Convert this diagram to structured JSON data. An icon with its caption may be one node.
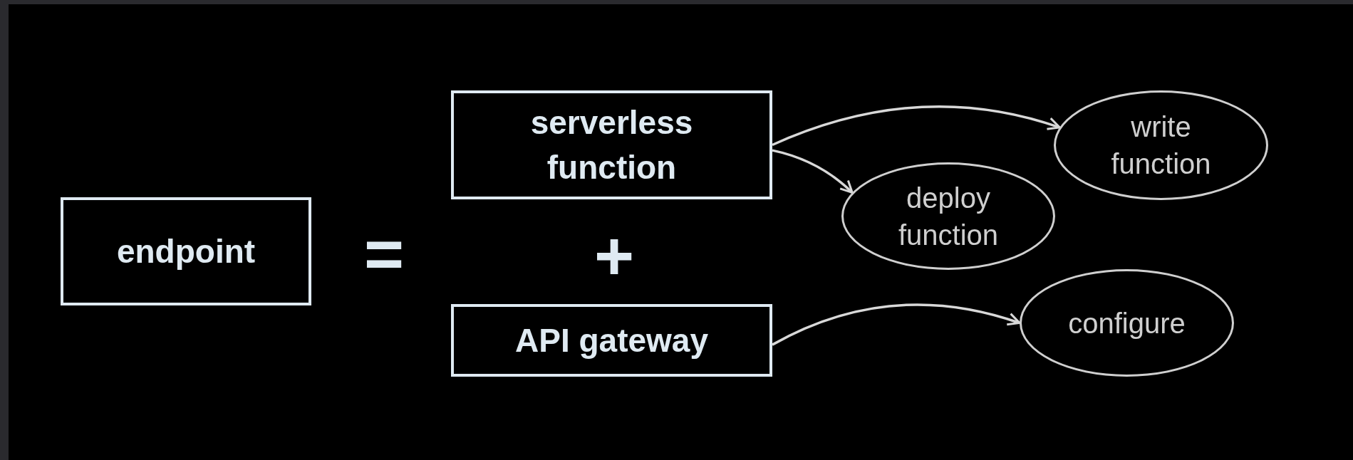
{
  "diagram": {
    "nodes": [
      {
        "text": [
          "endpoint"
        ]
      },
      {
        "text": [
          "serverless function"
        ]
      },
      {
        "text": [
          "API gateway"
        ]
      },
      {
        "text": [
          "write function"
        ]
      },
      {
        "text": [
          "deploy function"
        ]
      },
      {
        "text": [
          "configure"
        ]
      }
    ],
    "edges": [
      {
        "from": 1,
        "to": 3,
        "arrow": "to"
      },
      {
        "from": 1,
        "to": 4,
        "arrow": "to"
      },
      {
        "from": 2,
        "to": 5,
        "arrow": "to"
      }
    ],
    "labels": [
      "=",
      "+"
    ]
  }
}
